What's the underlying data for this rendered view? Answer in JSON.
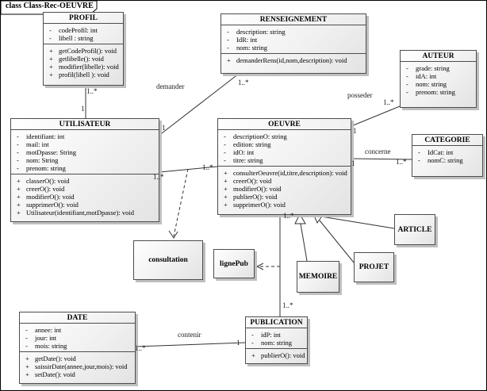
{
  "frame": {
    "title": "class Class-Rec-OEUVRE"
  },
  "classes": {
    "profil": {
      "name": "PROFIL",
      "attributes": [
        {
          "vis": "-",
          "text": "codeProfil: int"
        },
        {
          "vis": "-",
          "text": "libell : string"
        }
      ],
      "operations": [
        {
          "vis": "+",
          "text": "getCodeProfil(): void"
        },
        {
          "vis": "+",
          "text": "getlibelle(): void"
        },
        {
          "vis": "+",
          "text": "modifier(libelle): void"
        },
        {
          "vis": "+",
          "text": "profil(libell ): void"
        }
      ]
    },
    "renseignement": {
      "name": "RENSEIGNEMENT",
      "attributes": [
        {
          "vis": "-",
          "text": "description: string"
        },
        {
          "vis": "-",
          "text": "IdR: int"
        },
        {
          "vis": "-",
          "text": "nom: string"
        }
      ],
      "operations": [
        {
          "vis": "+",
          "text": "demanderRens(id,nom,description): void"
        }
      ]
    },
    "auteur": {
      "name": "AUTEUR",
      "attributes": [
        {
          "vis": "-",
          "text": "grade: string"
        },
        {
          "vis": "-",
          "text": "idA: int"
        },
        {
          "vis": "-",
          "text": "nom: string"
        },
        {
          "vis": "-",
          "text": "prenom: string"
        }
      ]
    },
    "utilisateur": {
      "name": "UTILISATEUR",
      "attributes": [
        {
          "vis": "-",
          "text": "identifiant: int"
        },
        {
          "vis": "-",
          "text": "mail: int"
        },
        {
          "vis": "-",
          "text": "motDpasse: String"
        },
        {
          "vis": "-",
          "text": "nom: String"
        },
        {
          "vis": "-",
          "text": "prenom: string"
        }
      ],
      "operations": [
        {
          "vis": "+",
          "text": "classerO(): void"
        },
        {
          "vis": "+",
          "text": "creerO(): void"
        },
        {
          "vis": "+",
          "text": "modifierO(): void"
        },
        {
          "vis": "+",
          "text": "supprimerO(): void"
        },
        {
          "vis": "+",
          "text": "Utilisateur(identifiant,motDpasse): void"
        }
      ]
    },
    "oeuvre": {
      "name": "OEUVRE",
      "attributes": [
        {
          "vis": "-",
          "text": "descriptionO: string"
        },
        {
          "vis": "-",
          "text": "edition: string"
        },
        {
          "vis": "-",
          "text": "idO: int"
        },
        {
          "vis": "-",
          "text": "titre: string"
        }
      ],
      "operations": [
        {
          "vis": "+",
          "text": "consulterOeuvre(id,titre,description): void"
        },
        {
          "vis": "+",
          "text": "creerO(): void"
        },
        {
          "vis": "+",
          "text": "modifierO(): void"
        },
        {
          "vis": "+",
          "text": "publierO(): void"
        },
        {
          "vis": "+",
          "text": "supprimerO(): void"
        }
      ]
    },
    "categorie": {
      "name": "CATEGORIE",
      "attributes": [
        {
          "vis": "-",
          "text": "IdCat: int"
        },
        {
          "vis": "-",
          "text": "nomC: string"
        }
      ]
    },
    "consultation": {
      "name": "consultation"
    },
    "lignepub": {
      "name": "lignePub"
    },
    "memoire": {
      "name": "MEMOIRE"
    },
    "projet": {
      "name": "PROJET"
    },
    "article": {
      "name": "ARTICLE"
    },
    "date": {
      "name": "DATE",
      "attributes": [
        {
          "vis": "-",
          "text": "annee: int"
        },
        {
          "vis": "-",
          "text": "jour: int"
        },
        {
          "vis": "-",
          "text": "mois: string"
        }
      ],
      "operations": [
        {
          "vis": "+",
          "text": "getDate(): void"
        },
        {
          "vis": "+",
          "text": "saissirDate(annee,jour,mois): void"
        },
        {
          "vis": "+",
          "text": "setDate(): void"
        }
      ]
    },
    "publication": {
      "name": "PUBLICATION",
      "attributes": [
        {
          "vis": "-",
          "text": "idP: int"
        },
        {
          "vis": "-",
          "text": "nom: string"
        }
      ],
      "operations": [
        {
          "vis": "+",
          "text": "publierO(): void"
        }
      ]
    }
  },
  "associations": {
    "profil_utilisateur": {
      "profil_mult": "1..*",
      "utilisateur_mult": "1"
    },
    "demander": {
      "name": "demander",
      "utilisateur_mult": "1",
      "renseignement_mult": "1..*"
    },
    "utilisateur_oeuvre": {
      "utilisateur_mult": "1..*",
      "oeuvre_mult": "1..*"
    },
    "posseder": {
      "name": "posseder",
      "oeuvre_mult": "1",
      "auteur_mult": "1..*"
    },
    "concerne": {
      "name": "concerne",
      "oeuvre_mult": "1",
      "categorie_mult": "1..*"
    },
    "oeuvre_publication": {
      "oeuvre_mult": "1..*",
      "publication_mult": "1..*"
    },
    "contenir": {
      "name": "contenir",
      "date_mult": "1..*",
      "publication_mult": "1"
    }
  }
}
